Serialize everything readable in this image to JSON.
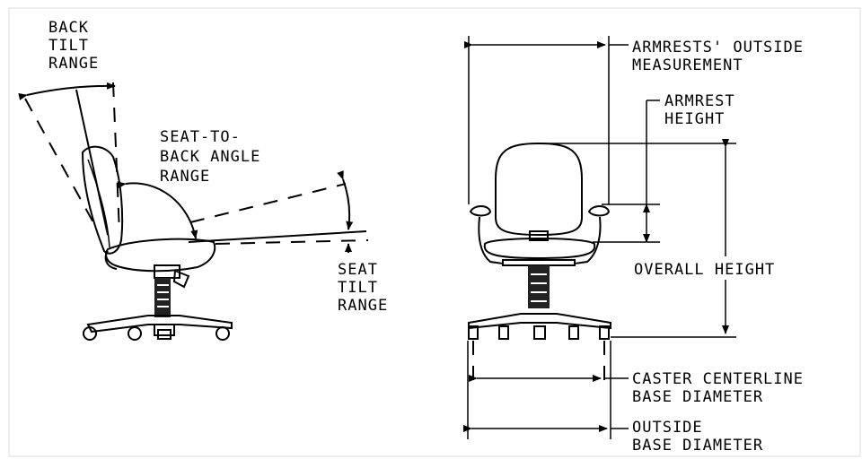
{
  "labels": {
    "back_tilt": [
      "BACK",
      "TILT",
      "RANGE"
    ],
    "seat_to_back": [
      "SEAT-TO-",
      "BACK ANGLE",
      "RANGE"
    ],
    "seat_tilt": [
      "SEAT",
      "TILT",
      "RANGE"
    ],
    "armrests_outside": [
      "ARMRESTS' OUTSIDE",
      "MEASUREMENT"
    ],
    "armrest_height": [
      "ARMREST",
      "HEIGHT"
    ],
    "overall_height": "OVERALL HEIGHT",
    "caster_centerline": [
      "CASTER CENTERLINE",
      "BASE DIAMETER"
    ],
    "outside_base": [
      "OUTSIDE",
      "BASE DIAMETER"
    ]
  }
}
